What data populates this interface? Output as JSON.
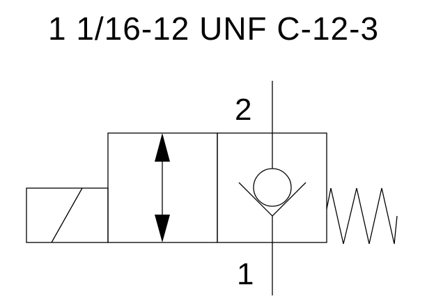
{
  "title": "1 1/16-12 UNF C-12-3",
  "ports": {
    "port_2_label": "2",
    "port_1_label": "1"
  },
  "colors": {
    "line": "#000000",
    "background": "#ffffff"
  }
}
